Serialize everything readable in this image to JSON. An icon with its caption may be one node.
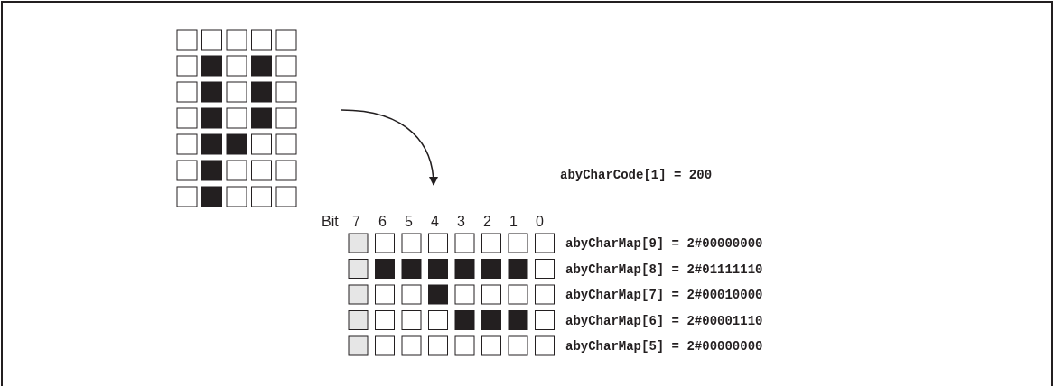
{
  "diagram": {
    "nodes": [
      {
        "text": [],
        "shape": "picture"
      },
      {
        "text": [],
        "shape": "picture"
      }
    ],
    "edges": [
      {
        "from": 0,
        "to": 1,
        "arrow": "to"
      }
    ],
    "labels": [
      "abyCharCode[1] = 200",
      "Bit",
      "7",
      "6",
      "5",
      "4",
      "3",
      "2",
      "1",
      "0",
      "abyCharMap[9] = 2#00000000",
      "abyCharMap[8] = 2#01111110",
      "abyCharMap[7] = 2#00010000",
      "abyCharMap[6] = 2#00001110",
      "abyCharMap[5] = 2#00000000"
    ]
  }
}
